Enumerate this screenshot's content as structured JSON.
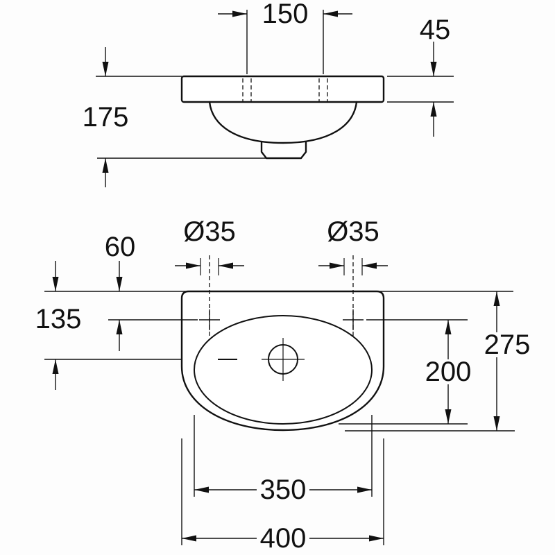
{
  "drawing": {
    "background": "#fdfdfd",
    "line_color": "#111111",
    "dims": {
      "hole_spacing": "150",
      "rim_height": "45",
      "total_height": "175",
      "tap_wall_offset": "60",
      "tap_diameter_left": "Ø35",
      "tap_diameter_right": "Ø35",
      "overflow_wall_offset": "135",
      "overall_depth": "275",
      "bowl_front_depth": "200",
      "bowl_width": "350",
      "overall_width": "400"
    }
  }
}
